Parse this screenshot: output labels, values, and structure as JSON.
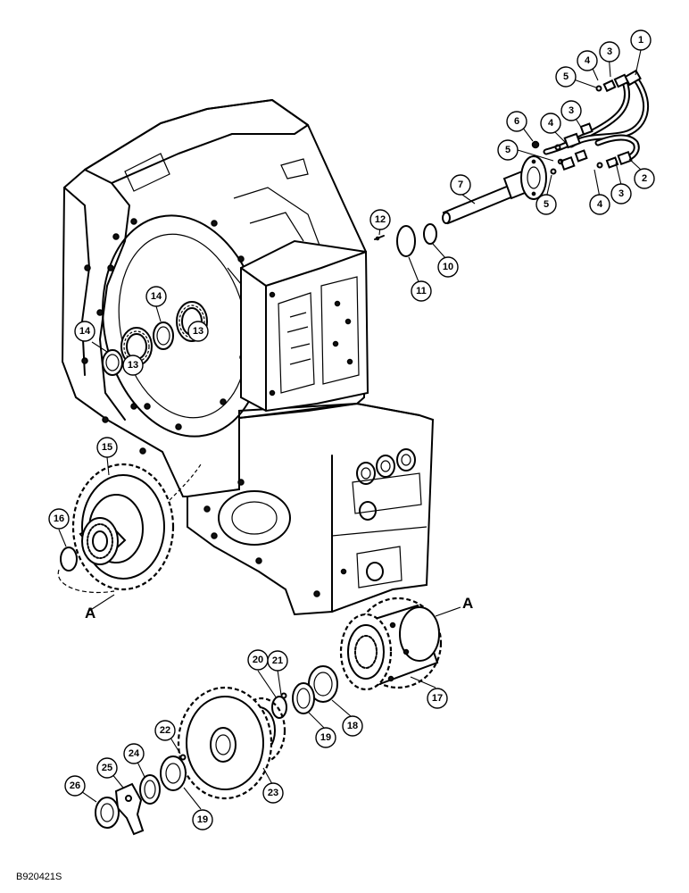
{
  "figure_code": "B920421S",
  "view_labels": {
    "a_lower_left": "A",
    "a_right": "A"
  },
  "callouts": [
    "1",
    "2",
    "3",
    "3",
    "3",
    "4",
    "4",
    "4",
    "5",
    "5",
    "5",
    "6",
    "7",
    "10",
    "11",
    "12",
    "13",
    "13",
    "14",
    "14",
    "15",
    "16",
    "17",
    "18",
    "19",
    "19",
    "20",
    "21",
    "22",
    "23",
    "24",
    "25",
    "26"
  ]
}
